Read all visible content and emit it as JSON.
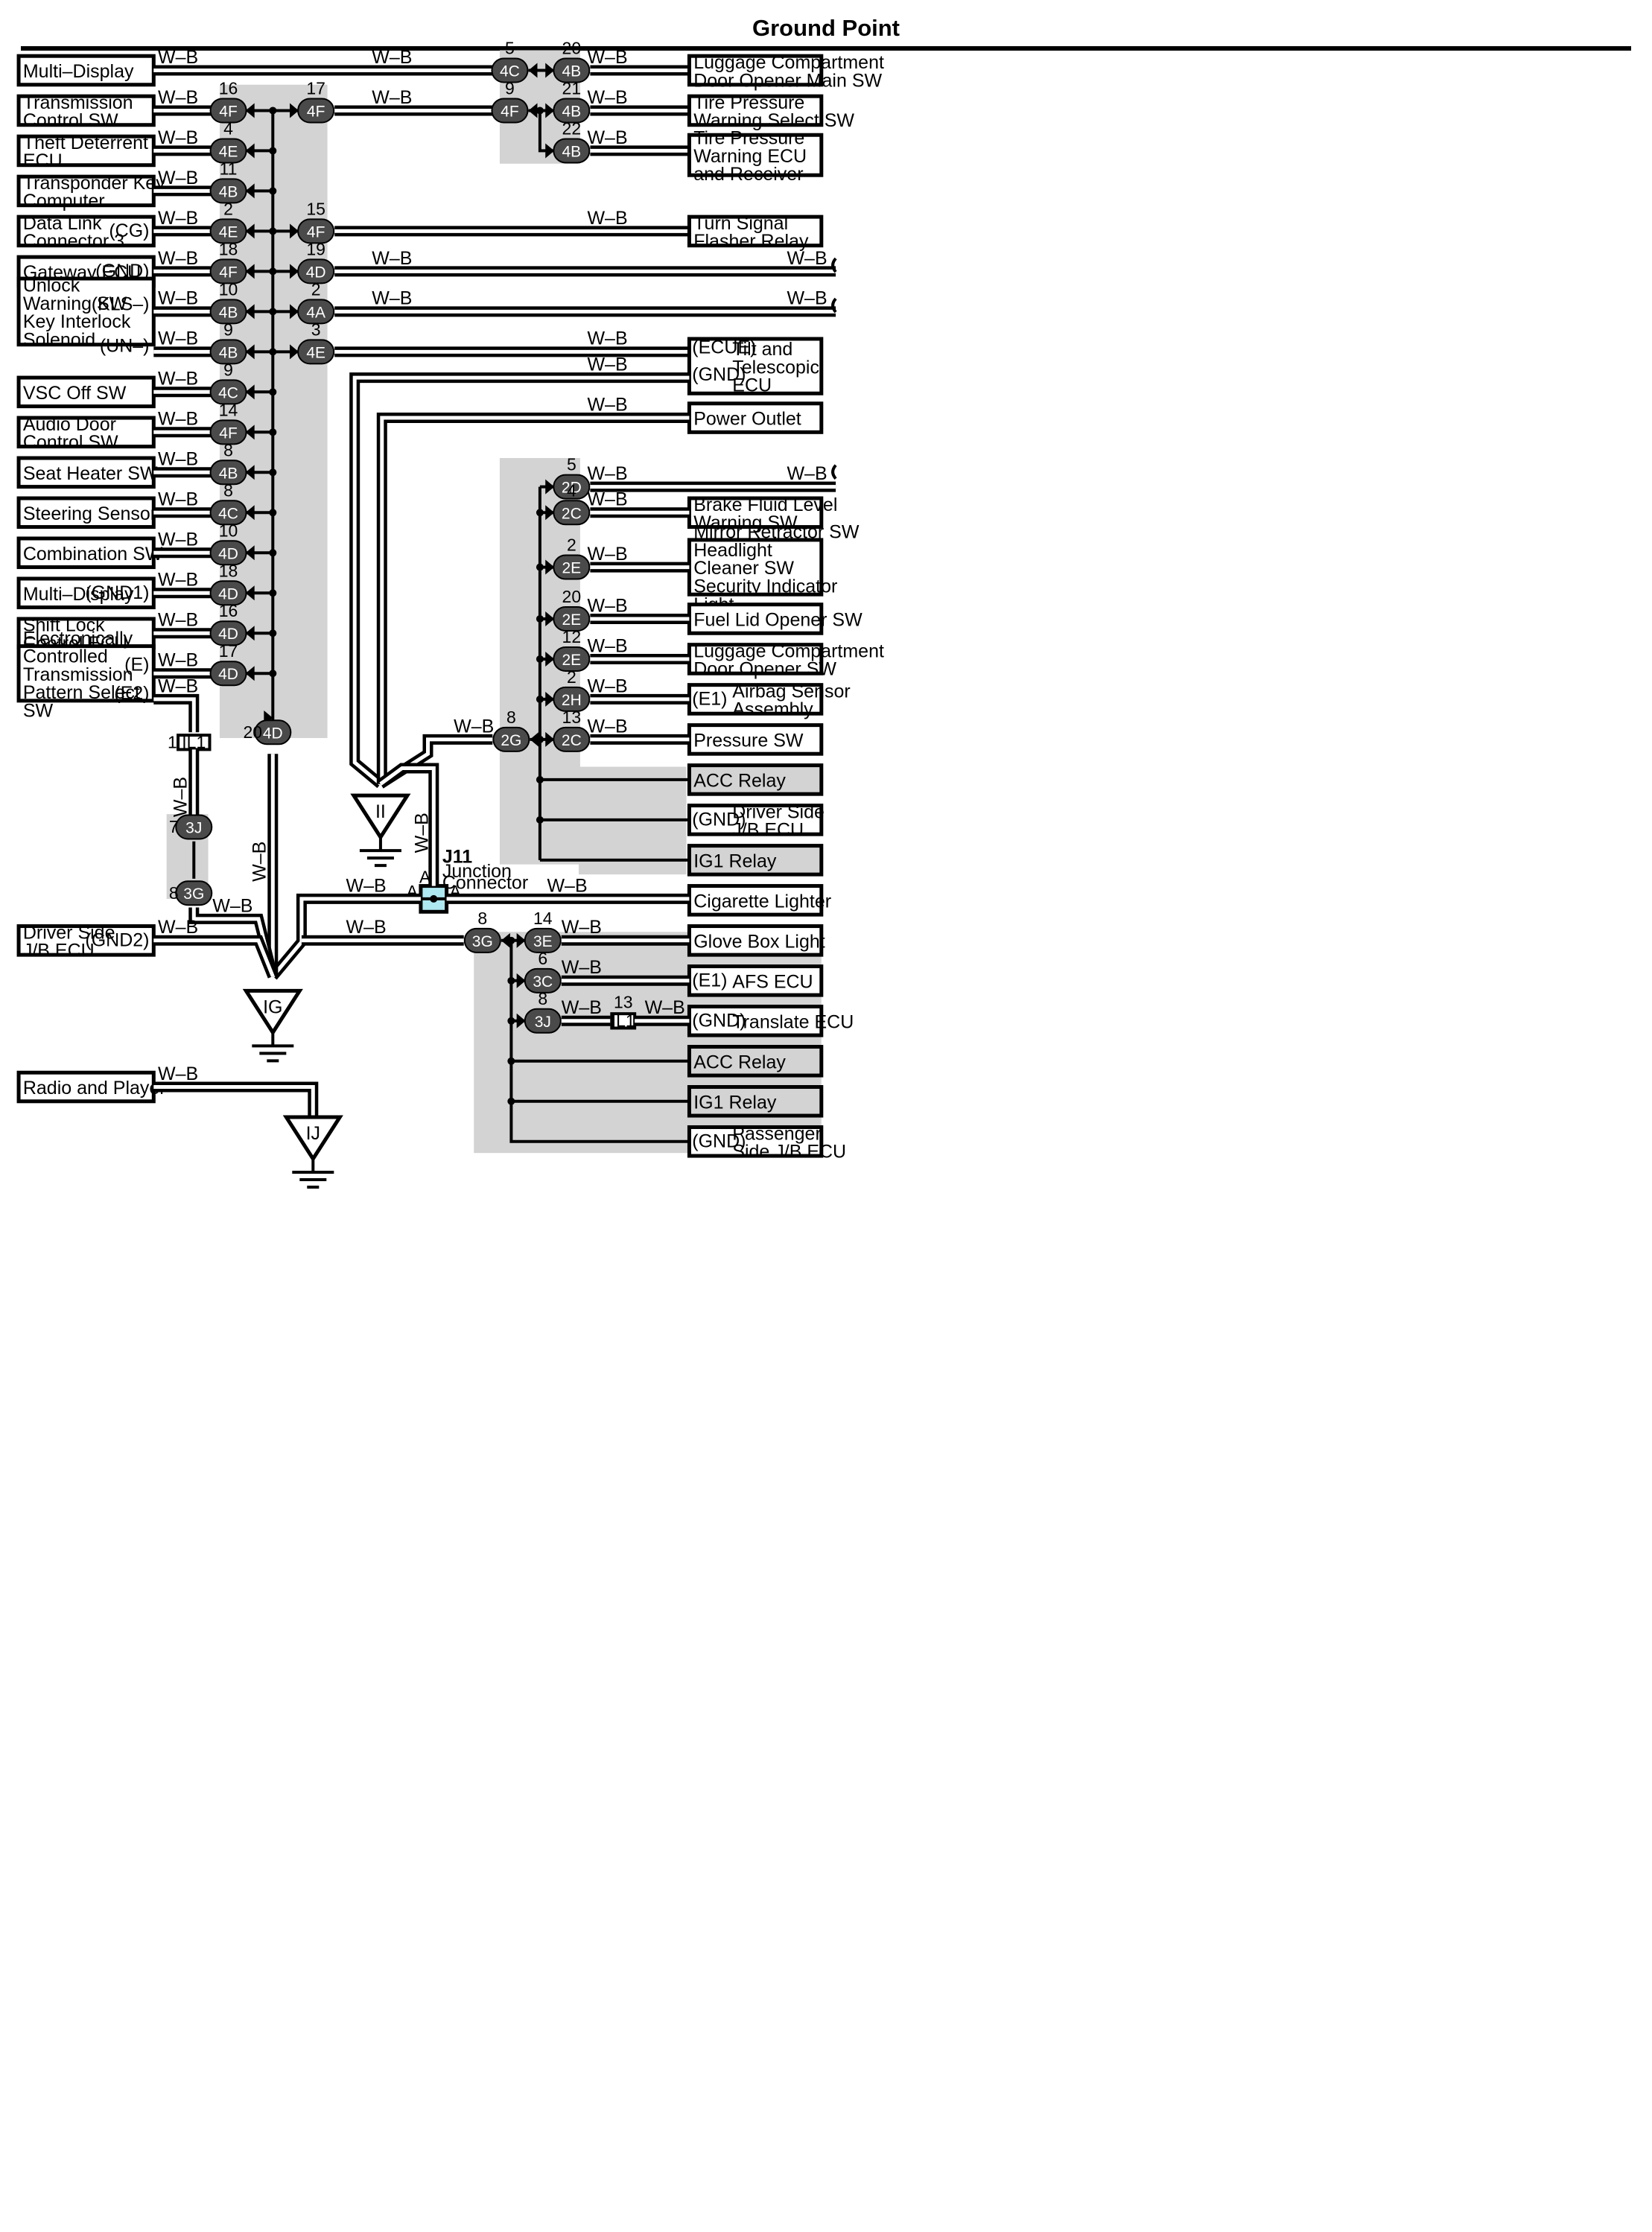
{
  "title": "Ground Point",
  "wire": "W–B",
  "left": [
    {
      "l": [
        "Multi–Display"
      ],
      "t": "",
      "p": "",
      "n": ""
    },
    {
      "l": [
        "Transmission",
        "Control SW"
      ],
      "t": "",
      "p": "4F",
      "n": "16"
    },
    {
      "l": [
        "Theft Deterrent",
        "ECU"
      ],
      "t": "",
      "p": "4E",
      "n": "4"
    },
    {
      "l": [
        "Transponder Key",
        "Computer"
      ],
      "t": "",
      "p": "4B",
      "n": "11"
    },
    {
      "l": [
        "Data Link",
        "Connector 3"
      ],
      "t": "(CG)",
      "p": "4E",
      "n": "2"
    },
    {
      "l": [
        "Gateway ECU"
      ],
      "t": "(GND)",
      "p": "4F",
      "n": "18"
    },
    {
      "l": [
        "Unlock",
        "Warning SW",
        "Key Interlock",
        "Solenoid"
      ],
      "t": "(KLS–)",
      "t2": "(UN–)",
      "p": "4B",
      "n": "10",
      "p2": "4B",
      "n2": "9"
    },
    {
      "l": [
        "VSC Off SW"
      ],
      "t": "",
      "p": "4C",
      "n": "9"
    },
    {
      "l": [
        "Audio Door",
        "Control SW"
      ],
      "t": "",
      "p": "4F",
      "n": "14"
    },
    {
      "l": [
        "Seat Heater SW"
      ],
      "t": "",
      "p": "4B",
      "n": "8"
    },
    {
      "l": [
        "Steering Sensor"
      ],
      "t": "",
      "p": "4C",
      "n": "8"
    },
    {
      "l": [
        "Combination SW"
      ],
      "t": "",
      "p": "4D",
      "n": "10"
    },
    {
      "l": [
        "Multi–Display"
      ],
      "t": "(GND1)",
      "p": "4D",
      "n": "18"
    },
    {
      "l": [
        "Shift Lock",
        "Control ECU"
      ],
      "t": "",
      "p": "4D",
      "n": "16"
    },
    {
      "l": [
        "Electronically",
        "Controlled",
        "Transmission",
        "Pattern Select",
        "SW"
      ],
      "t": "(E)",
      "t2": "(E2)",
      "p": "4D",
      "n": "17"
    },
    {
      "l": [
        "Driver Side",
        "J/B ECU"
      ],
      "t": "(GND2)"
    },
    {
      "l": [
        "Radio and Player"
      ],
      "t": ""
    }
  ],
  "right": [
    {
      "l": [
        "Luggage Compartment",
        "Door Opener Main SW"
      ]
    },
    {
      "l": [
        "Tire Pressure",
        "Warning Select SW"
      ]
    },
    {
      "l": [
        "Tire Pressure",
        "Warning ECU",
        "and Receiver"
      ]
    },
    {
      "l": [
        "Turn Signal",
        "Flasher Relay"
      ]
    },
    {
      "l": [
        "Tilt and",
        "Telescopic",
        "ECU"
      ],
      "t": "(ECUE)",
      "t2": "(GND)"
    },
    {
      "l": [
        "Power Outlet"
      ]
    },
    {
      "l": [
        "Brake Fluid Level",
        "Warning SW"
      ]
    },
    {
      "l": [
        "Mirror Retractor SW",
        "Headlight",
        "Cleaner SW",
        "Security Indicator",
        "Light"
      ]
    },
    {
      "l": [
        "Fuel Lid Opener SW"
      ]
    },
    {
      "l": [
        "Luggage Compartment",
        "Door Opener SW"
      ]
    },
    {
      "l": [
        "Airbag Sensor",
        "Assembly"
      ],
      "t": "(E1)"
    },
    {
      "l": [
        "Pressure SW"
      ]
    },
    {
      "l": [
        "ACC Relay"
      ]
    },
    {
      "l": [
        "Driver Side",
        "J/B ECU"
      ],
      "t": "(GND)"
    },
    {
      "l": [
        "IG1 Relay"
      ]
    },
    {
      "l": [
        "Cigarette Lighter"
      ]
    },
    {
      "l": [
        "Glove Box Light"
      ]
    },
    {
      "l": [
        "AFS ECU"
      ],
      "t": "(E1)"
    },
    {
      "l": [
        "Translate ECU"
      ],
      "t": "(GND)"
    },
    {
      "l": [
        "ACC Relay"
      ]
    },
    {
      "l": [
        "IG1 Relay"
      ]
    },
    {
      "l": [
        "Passenger",
        "Side J/B ECU"
      ],
      "t": "(GND)"
    }
  ],
  "mid": [
    {
      "p": "4F",
      "n": "17"
    },
    {
      "p": "4F",
      "n": "15"
    },
    {
      "p": "4D",
      "n": "19"
    },
    {
      "p": "4A",
      "n": "2"
    },
    {
      "p": "4E",
      "n": "3"
    }
  ],
  "topright": [
    {
      "p": "4C",
      "n": "5"
    },
    {
      "p": "4F",
      "n": "9"
    },
    {
      "p": "4B",
      "n": "20"
    },
    {
      "p": "4B",
      "n": "21"
    },
    {
      "p": "4B",
      "n": "22"
    }
  ],
  "bus2": [
    {
      "p": "2D",
      "n": "5"
    },
    {
      "p": "2C",
      "n": "4"
    },
    {
      "p": "2E",
      "n": "2"
    },
    {
      "p": "2E",
      "n": "20"
    },
    {
      "p": "2E",
      "n": "12"
    },
    {
      "p": "2H",
      "n": "2"
    },
    {
      "p": "2C",
      "n": "13"
    },
    {
      "p": "2G",
      "n": "8"
    }
  ],
  "bus3": [
    {
      "p": "3G",
      "n": "8"
    },
    {
      "p": "3E",
      "n": "14"
    },
    {
      "p": "3C",
      "n": "6"
    },
    {
      "p": "3J",
      "n": "8"
    }
  ],
  "misc": {
    "bot4D": {
      "p": "4D",
      "n": "20"
    },
    "IL1a": {
      "p": "IL1",
      "n": "1"
    },
    "IL1b": {
      "p": "IL1",
      "n": "13"
    },
    "c3J": {
      "p": "3J",
      "n": "7"
    },
    "c3G": {
      "p": "3G",
      "n": "8"
    }
  },
  "grounds": [
    "IG",
    "II",
    "IJ"
  ],
  "junction": {
    "id": "J11",
    "l1": "Junction",
    "l2": "Connector",
    "a": "A"
  }
}
